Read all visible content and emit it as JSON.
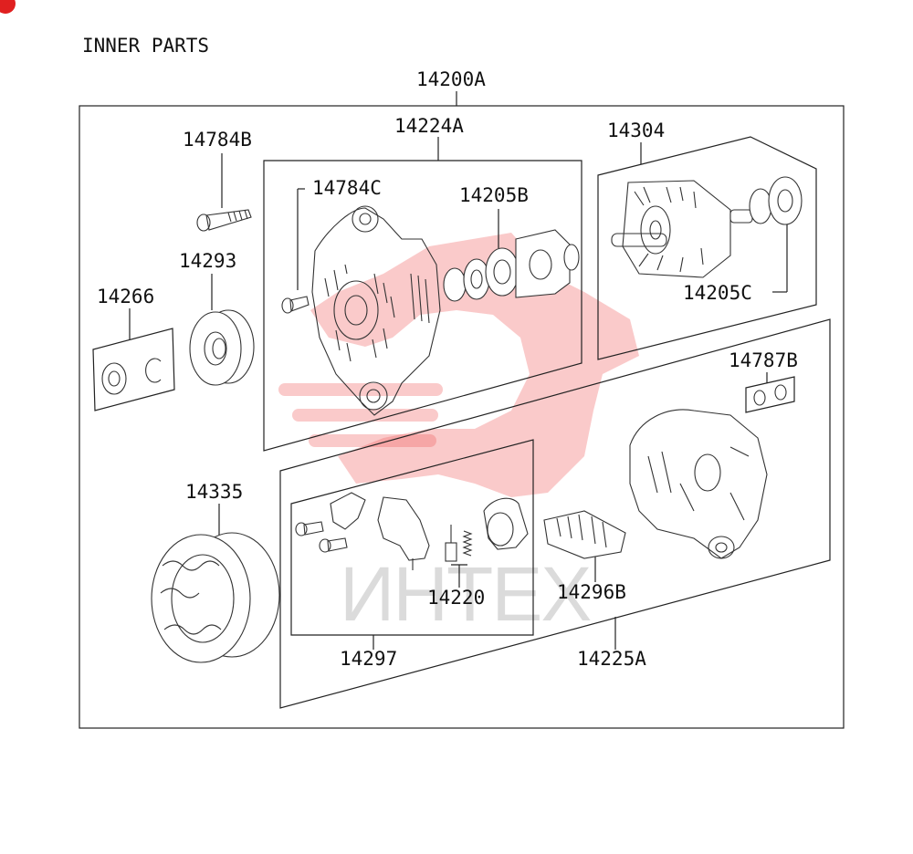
{
  "title": "INNER PARTS",
  "watermark_text": "ИНТЕХ",
  "parts": {
    "assembly": "14200A",
    "p14784B": "14784B",
    "p14224A": "14224A",
    "p14784C": "14784C",
    "p14205B": "14205B",
    "p14304": "14304",
    "p14205C": "14205C",
    "p14293": "14293",
    "p14266": "14266",
    "p14787B": "14787B",
    "p14335": "14335",
    "p14220": "14220",
    "p14296B": "14296B",
    "p14297": "14297",
    "p14225A": "14225A"
  }
}
